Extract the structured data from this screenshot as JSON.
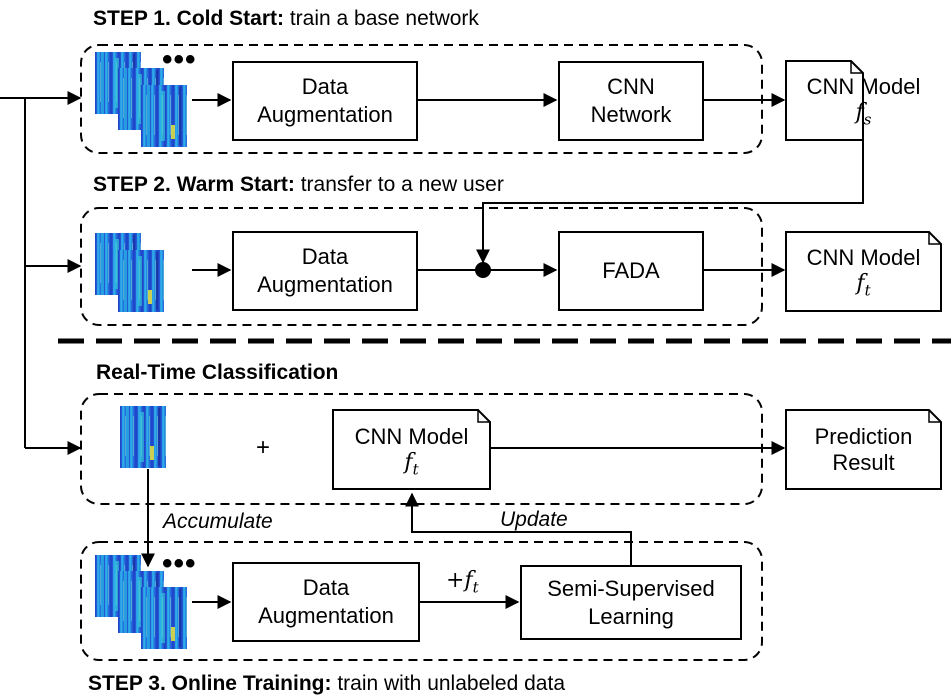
{
  "step1": {
    "title_bold": "STEP 1. Cold Start:",
    "title_rest": " train a base network",
    "aug_line1": "Data",
    "aug_line2": "Augmentation",
    "cnn_line1": "CNN",
    "cnn_line2": "Network",
    "model_label": "CNN Model",
    "model_symbol": "f",
    "model_sub": "s"
  },
  "step2": {
    "title_bold": "STEP 2. Warm Start:",
    "title_rest": " transfer to a new user",
    "aug_line1": "Data",
    "aug_line2": "Augmentation",
    "fada_label": "FADA",
    "model_label": "CNN Model",
    "model_symbol": "f",
    "model_sub": "t"
  },
  "realtime": {
    "title": "Real-Time Classification",
    "plus": "+",
    "model_label": "CNN Model",
    "model_symbol": "f",
    "model_sub": "t",
    "result_line1": "Prediction",
    "result_line2": "Result"
  },
  "step3": {
    "title_bold": "STEP 3. Online Training:",
    "title_rest": " train with unlabeled data",
    "accumulate": "Accumulate",
    "update": "Update",
    "aug_line1": "Data",
    "aug_line2": "Augmentation",
    "plus_model_prefix": "+",
    "plus_model_symbol": "f",
    "plus_model_sub": "t",
    "ssl_line1": "Semi-Supervised",
    "ssl_line2": "Learning"
  },
  "ellipsis": "•••",
  "colors": {
    "spectrogram_bg": "#1b3fc4",
    "spectrogram_mid": "#22a3e6",
    "spectrogram_hot": "#f2e83a",
    "line": "#000000"
  }
}
